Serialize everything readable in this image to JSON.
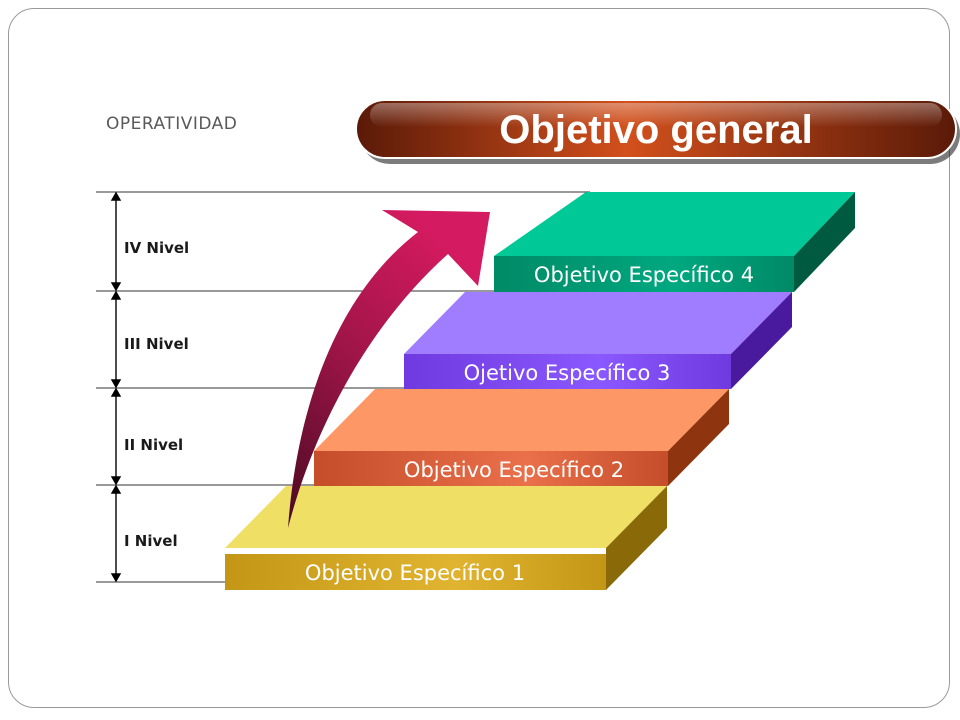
{
  "header": {
    "operatividad": "OPERATIVIDAD",
    "title": "Objetivo general"
  },
  "levels": [
    "IV Nivel",
    "III Nivel",
    "II Nivel",
    "I Nivel"
  ],
  "steps": [
    {
      "label": "Objetivo Específico 1",
      "color": "#efdf64"
    },
    {
      "label": "Objetivo Específico  2",
      "color": "#fd9866"
    },
    {
      "label": "Ojetivo Específico  3",
      "color": "#a07cff"
    },
    {
      "label": "Objetivo Específico  4",
      "color": "#00c896"
    }
  ],
  "colors": {
    "title_banner": "#c8461a",
    "arrow": "#c61a5a"
  }
}
